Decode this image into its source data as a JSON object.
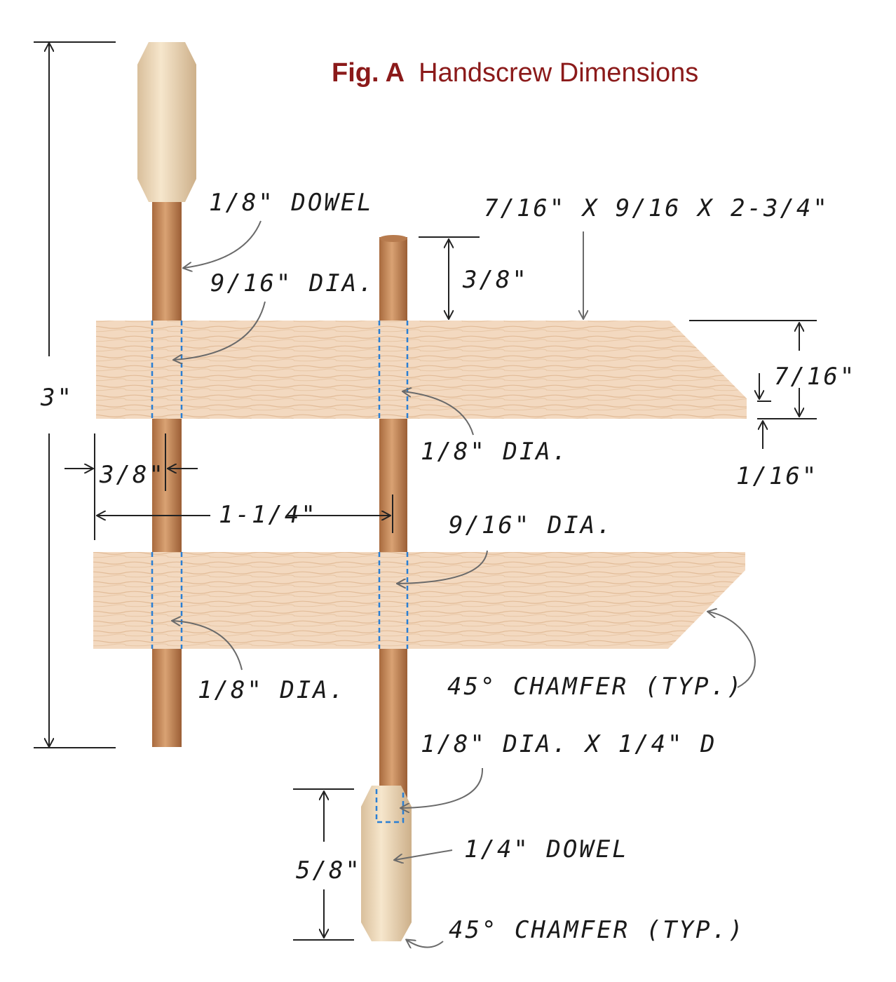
{
  "title": {
    "prefix": "Fig. A",
    "text": "Handscrew Dimensions",
    "color": "#8b1a1a"
  },
  "labels": {
    "overall_height": "3\"",
    "handle_dowel": "1/8\" DOWEL",
    "jaw_stock": "7/16\" X 9/16 X 2-3/4\"",
    "screw_projection": "3/8\"",
    "upper_left_hole": "9/16\" DIA.",
    "upper_right_hole": "1/8\" DIA.",
    "jaw_thickness": "7/16\"",
    "chamfer_flat": "1/16\"",
    "screw_offset": "3/8\"",
    "screw_spacing": "1-1/4\"",
    "lower_right_hole": "9/16\" DIA.",
    "lower_left_hole": "1/8\" DIA.",
    "jaw_chamfer": "45° CHAMFER (TYP.)",
    "handle_socket": "1/8\" DIA. X 1/4\" D",
    "handle_length": "5/8\"",
    "lower_handle_dowel": "1/4\" DOWEL",
    "handle_chamfer": "45° CHAMFER (TYP.)"
  },
  "colors": {
    "jaw_wood": "#f3d9c0",
    "dowel_wood": "#c98b5e",
    "handle_wood": "#ecd5b5",
    "hidden_lines": "#2a7fd4",
    "dimension_lines": "#222222",
    "leader_arrows": "#6a6a6a"
  }
}
